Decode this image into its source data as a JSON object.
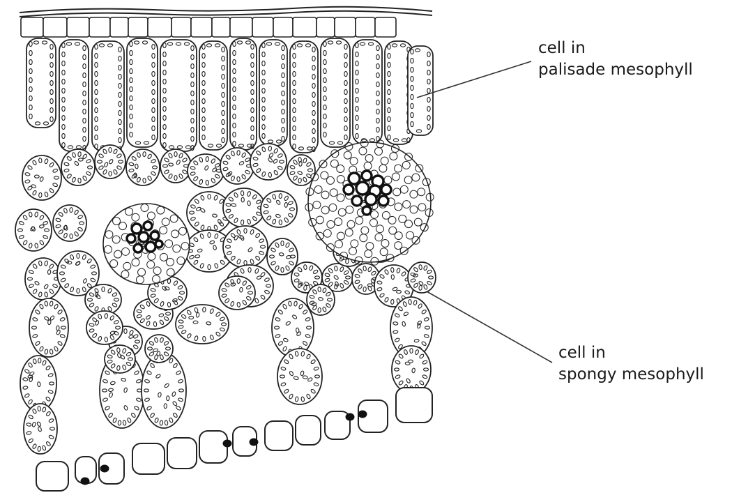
{
  "labels": {
    "palisade": {
      "line1": "cell in",
      "line2": "palisade mesophyll"
    },
    "spongy": {
      "line1": "cell in",
      "line2": "spongy mesophyll"
    }
  },
  "colors": {
    "ink": "#222222",
    "dark": "#111111",
    "background": "#ffffff"
  }
}
